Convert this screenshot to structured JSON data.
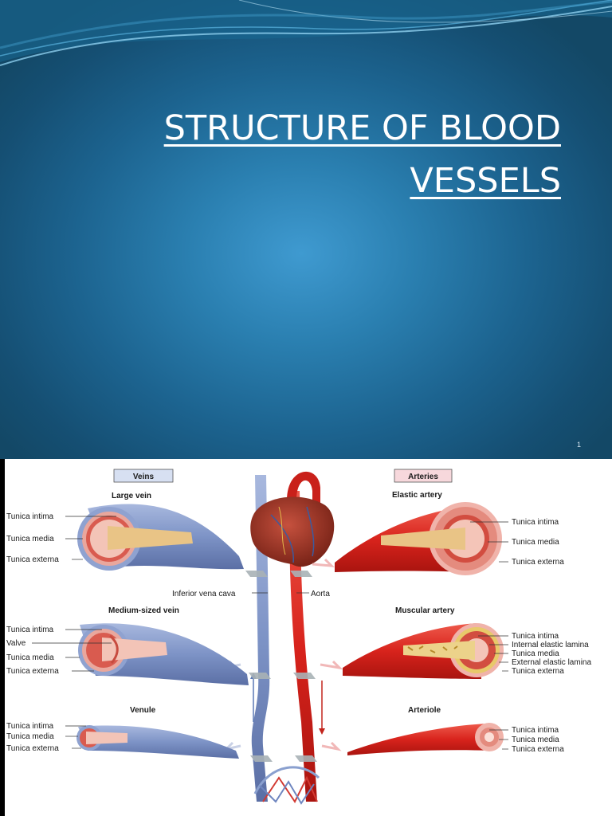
{
  "slide": {
    "title_line1": "STRUCTURE OF BLOOD",
    "title_line2": "VESSELS",
    "slide_number": "1"
  },
  "figure": {
    "veins_box": "Veins",
    "arteries_box": "Arteries",
    "large_vein": "Large vein",
    "medium_vein": "Medium-sized vein",
    "venule": "Venule",
    "elastic_artery": "Elastic artery",
    "muscular_artery": "Muscular artery",
    "arteriole": "Arteriole",
    "inferior_vena_cava": "Inferior vena cava",
    "aorta": "Aorta",
    "large_vein_labels": [
      "Tunica intima",
      "Tunica media",
      "Tunica externa"
    ],
    "medium_vein_labels": [
      "Tunica intima",
      "Valve",
      "Tunica media",
      "Tunica externa"
    ],
    "venule_labels": [
      "Tunica intima",
      "Tunica media",
      "Tunica externa"
    ],
    "elastic_artery_labels": [
      "Tunica intima",
      "Tunica media",
      "Tunica externa"
    ],
    "muscular_artery_labels": [
      "Tunica intima",
      "Internal elastic lamina",
      "Tunica media",
      "External elastic lamina",
      "Tunica externa"
    ],
    "arteriole_labels": [
      "Tunica intima",
      "Tunica media",
      "Tunica externa"
    ]
  },
  "colors": {
    "vein": "#7d93c6",
    "artery": "#d8231c",
    "slide_bg": "#1c638f"
  }
}
